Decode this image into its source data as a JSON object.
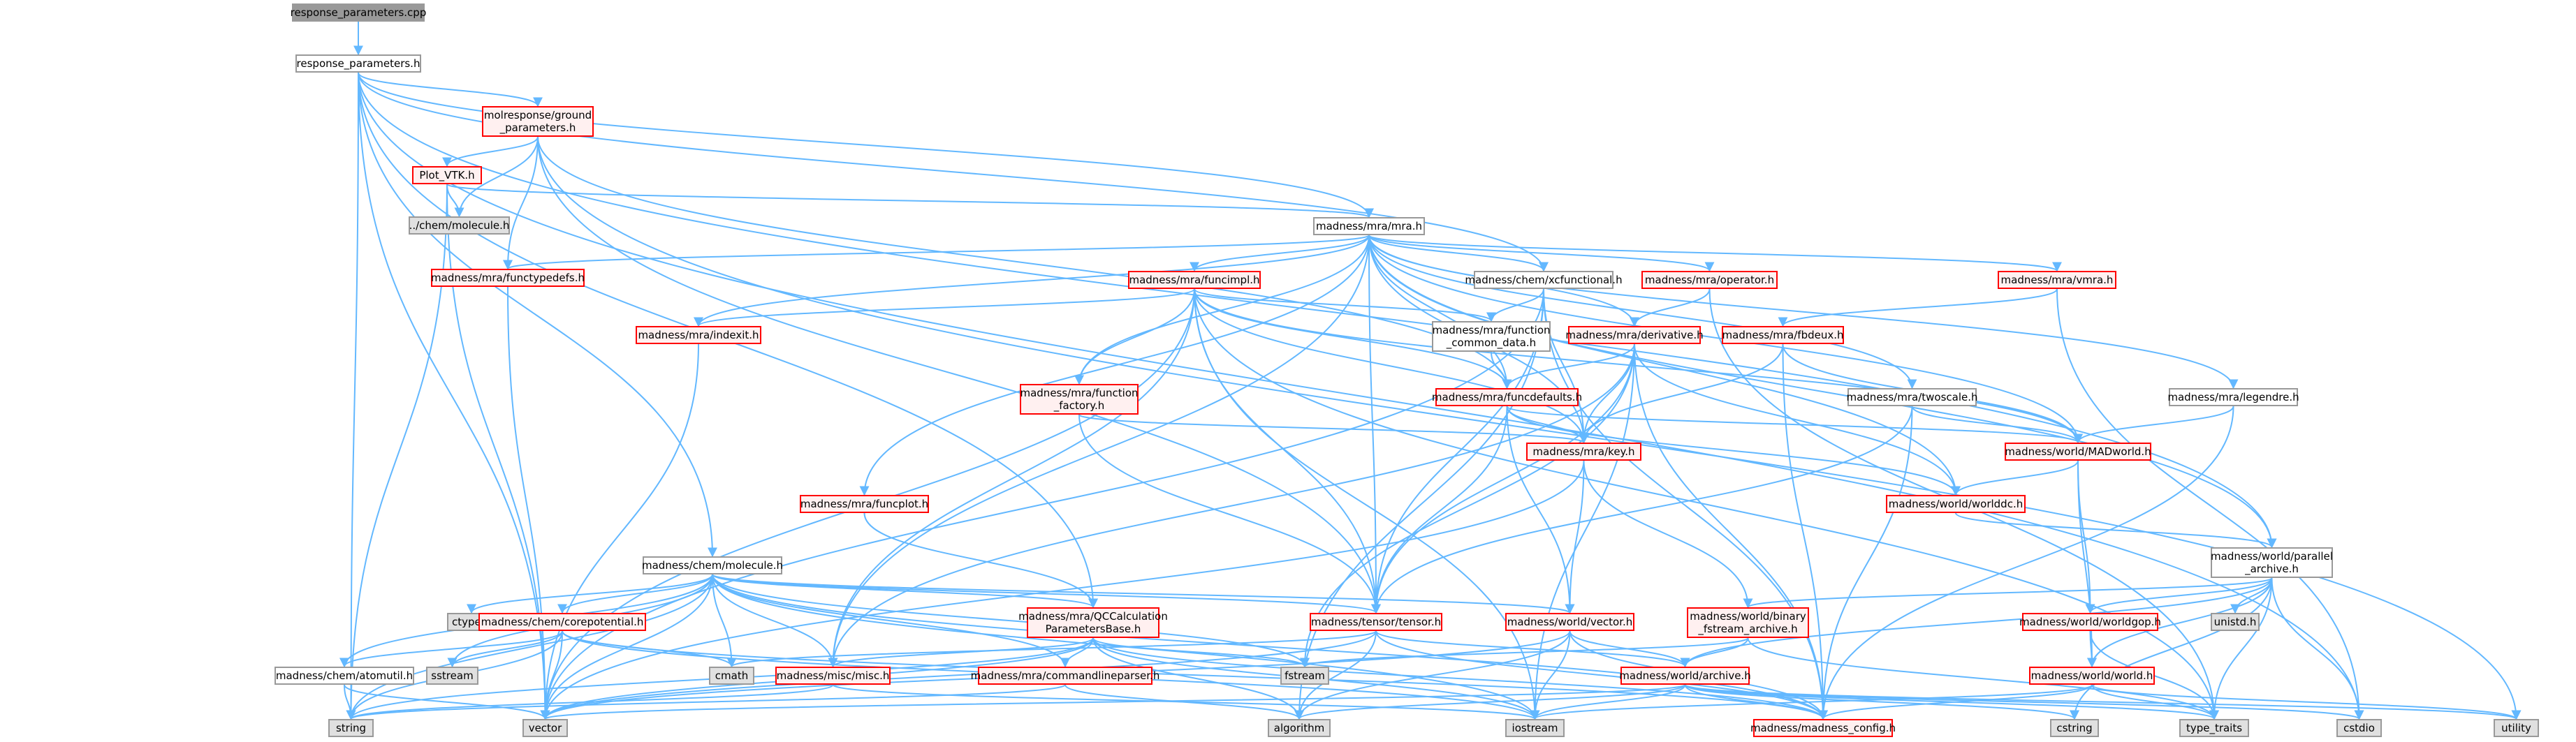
{
  "colors": {
    "edge": "#63b8ff",
    "arrow": "#63b8ff",
    "node_border": "#999999",
    "node_fill": "#ffffff",
    "missing_border": "#ff0000",
    "missing_fill": "#fff0f0",
    "external_fill": "#e0e0e0",
    "root_fill": "#999999"
  },
  "nodes": {
    "response_parameters_cpp": "response_parameters.cpp",
    "response_parameters_h": "response_parameters.h",
    "molresponse_ground_parameters": "molresponse/ground\n_parameters.h",
    "plot_vtk": "Plot_VTK.h",
    "chem_molecule_rel": "../chem/molecule.h",
    "mra_mra": "madness/mra/mra.h",
    "functypedefs": "madness/mra/functypedefs.h",
    "funcimpl": "madness/mra/funcimpl.h",
    "xcfunctional": "madness/chem/xcfunctional.h",
    "operator": "madness/mra/operator.h",
    "vmra": "madness/mra/vmra.h",
    "indexit": "madness/mra/indexit.h",
    "function_common_data": "madness/mra/function\n_common_data.h",
    "derivative": "madness/mra/derivative.h",
    "fbdeux": "madness/mra/fbdeux.h",
    "function_factory": "madness/mra/function\n_factory.h",
    "funcdefaults": "madness/mra/funcdefaults.h",
    "twoscale": "madness/mra/twoscale.h",
    "legendre": "madness/mra/legendre.h",
    "key": "madness/mra/key.h",
    "madworld": "madness/world/MADworld.h",
    "funcplot": "madness/mra/funcplot.h",
    "worlddc": "madness/world/worlddc.h",
    "chem_molecule": "madness/chem/molecule.h",
    "parallel_archive": "madness/world/parallel\n_archive.h",
    "ctype": "ctype.h",
    "corepotential": "madness/chem/corepotential.h",
    "qccalc": "madness/mra/QCCalculation\nParametersBase.h",
    "tensor": "madness/tensor/tensor.h",
    "vector_h": "madness/world/vector.h",
    "binary_fstream": "madness/world/binary\n_fstream_archive.h",
    "worldgop": "madness/world/worldgop.h",
    "unistd": "unistd.h",
    "atomutil": "madness/chem/atomutil.h",
    "sstream": "sstream",
    "cmath": "cmath",
    "misc": "madness/misc/misc.h",
    "commandlineparser": "madness/mra/commandlineparser.h",
    "fstream": "fstream",
    "archive": "madness/world/archive.h",
    "world": "madness/world/world.h",
    "string": "string",
    "vector": "vector",
    "algorithm": "algorithm",
    "iostream": "iostream",
    "madness_config": "madness/madness_config.h",
    "cstring": "cstring",
    "type_traits": "type_traits",
    "cstdio": "cstdio",
    "utility": "utility"
  }
}
